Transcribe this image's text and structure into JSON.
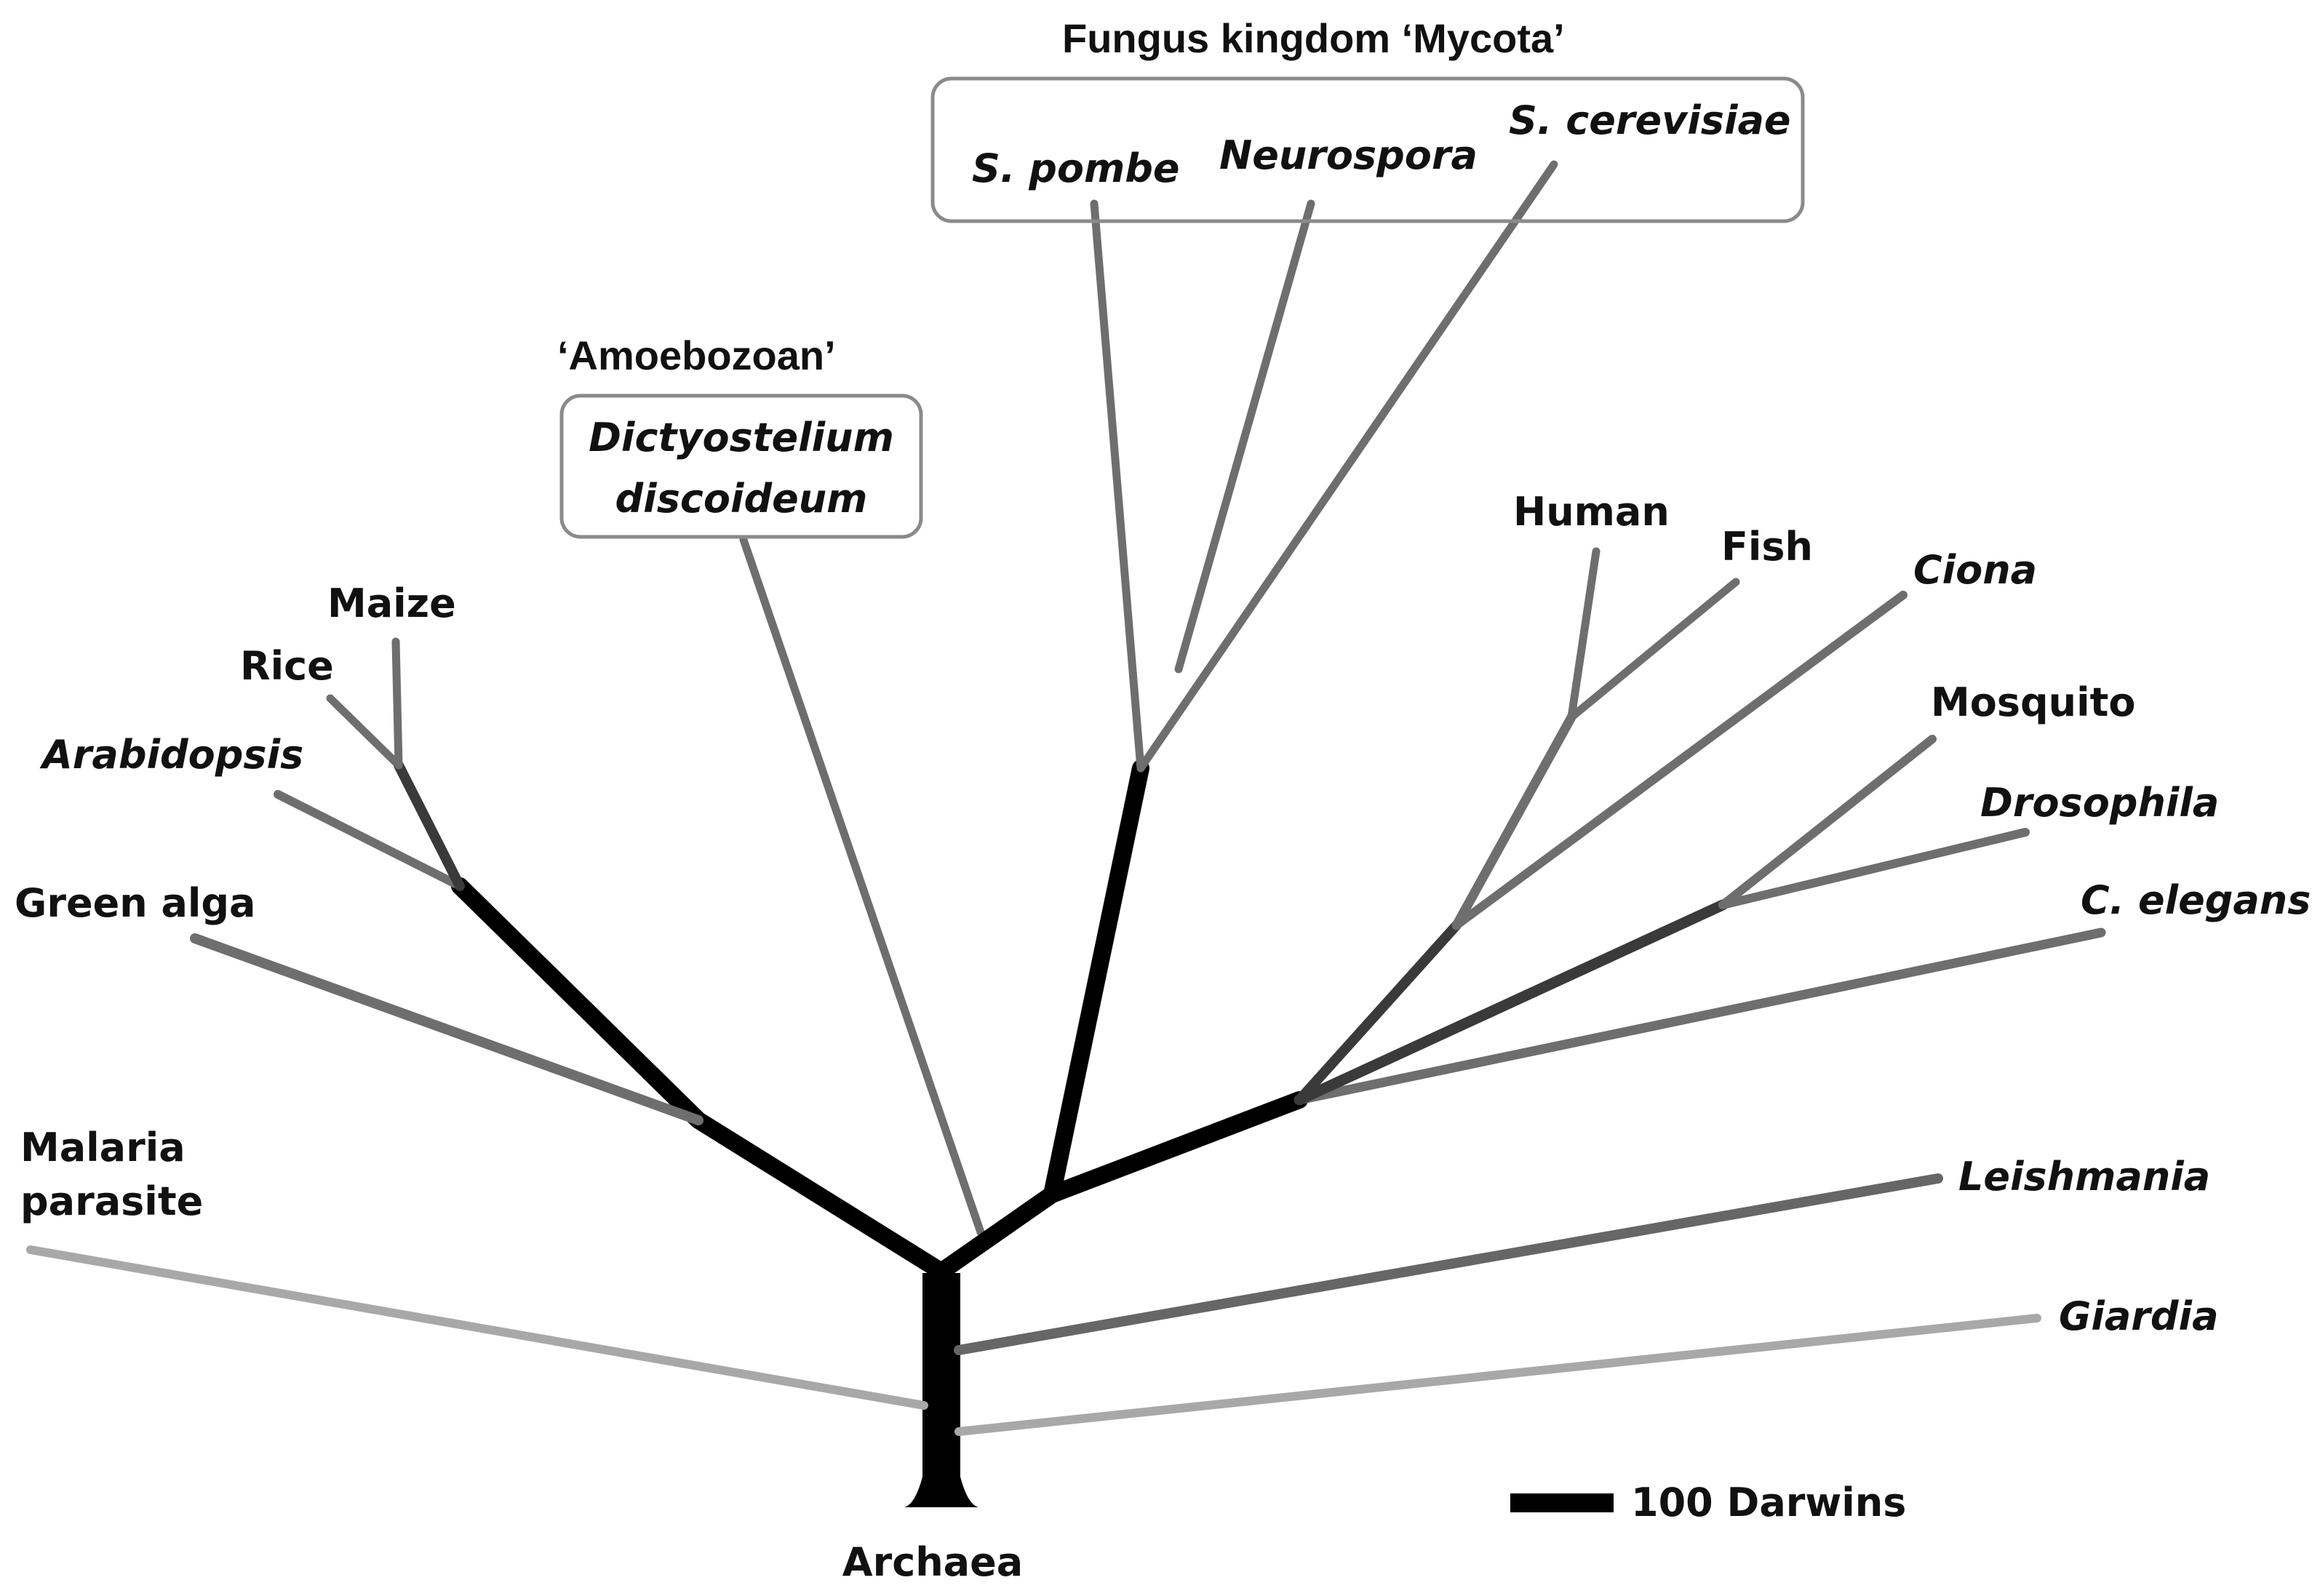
{
  "groups": {
    "fungi_title": "Fungus kingdom ‘Mycota’",
    "amoebozoan_title": "‘Amoebozoan’"
  },
  "taxa": {
    "s_pombe": "S. pombe",
    "neurospora": "Neurospora",
    "s_cerevisiae": "S. cerevisiae",
    "dictyostelium_line1": "Dictyostelium",
    "dictyostelium_line2": "discoideum",
    "human": "Human",
    "fish": "Fish",
    "ciona": "Ciona",
    "mosquito": "Mosquito",
    "drosophila": "Drosophila",
    "c_elegans": "C. elegans",
    "maize": "Maize",
    "rice": "Rice",
    "arabidopsis": "Arabidopsis",
    "green_alga": "Green alga",
    "malaria_line1": "Malaria",
    "malaria_line2": "parasite",
    "leishmania": "Leishmania",
    "giardia": "Giardia",
    "archaea": "Archaea"
  },
  "scale_bar": {
    "label": "100 Darwins"
  },
  "colors": {
    "thick_branch": "#000000",
    "dark_branch": "#3a3a3a",
    "mid_branch": "#6e6e6e",
    "light_branch": "#a8a8a8",
    "box_border": "#8a8a8a"
  }
}
